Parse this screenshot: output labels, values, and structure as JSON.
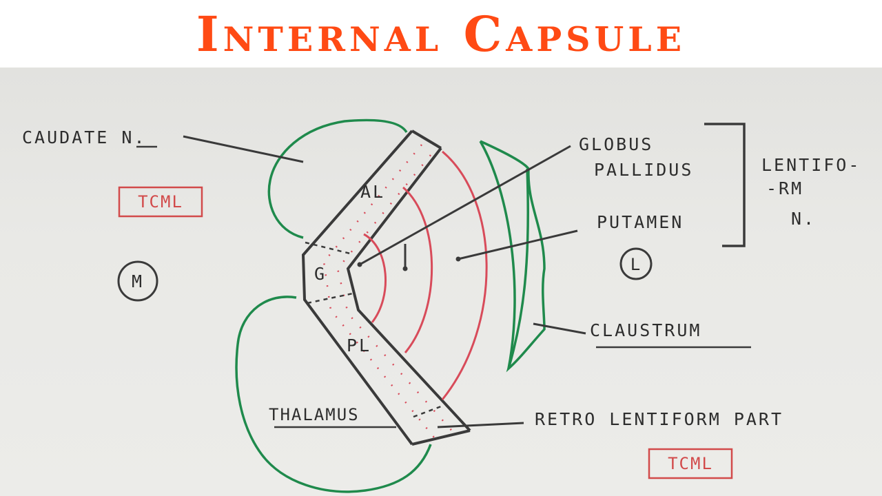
{
  "title": "Internal Capsule",
  "labels": {
    "caudate": "CAUDATE N.",
    "globus_line1": "GLOBUS",
    "globus_line2": "PALLIDUS",
    "putamen": "PUTAMEN",
    "lentiform_line1": "LENTIFO-",
    "lentiform_line2": "-RM",
    "lentiform_line3": "N.",
    "claustrum": "CLAUSTRUM",
    "thalamus": "THALAMUS",
    "retro": "RETRO LENTIFORM PART",
    "anterior_limb": "AL",
    "genu": "G",
    "posterior_limb": "PL",
    "medial": "M",
    "lateral": "L",
    "stamp_top": "TCML",
    "stamp_bottom": "TCML"
  },
  "colors": {
    "title": "#ff4a14",
    "green": "#1f8a4c",
    "red": "#d84b5a",
    "ink": "#3a3a3a"
  }
}
